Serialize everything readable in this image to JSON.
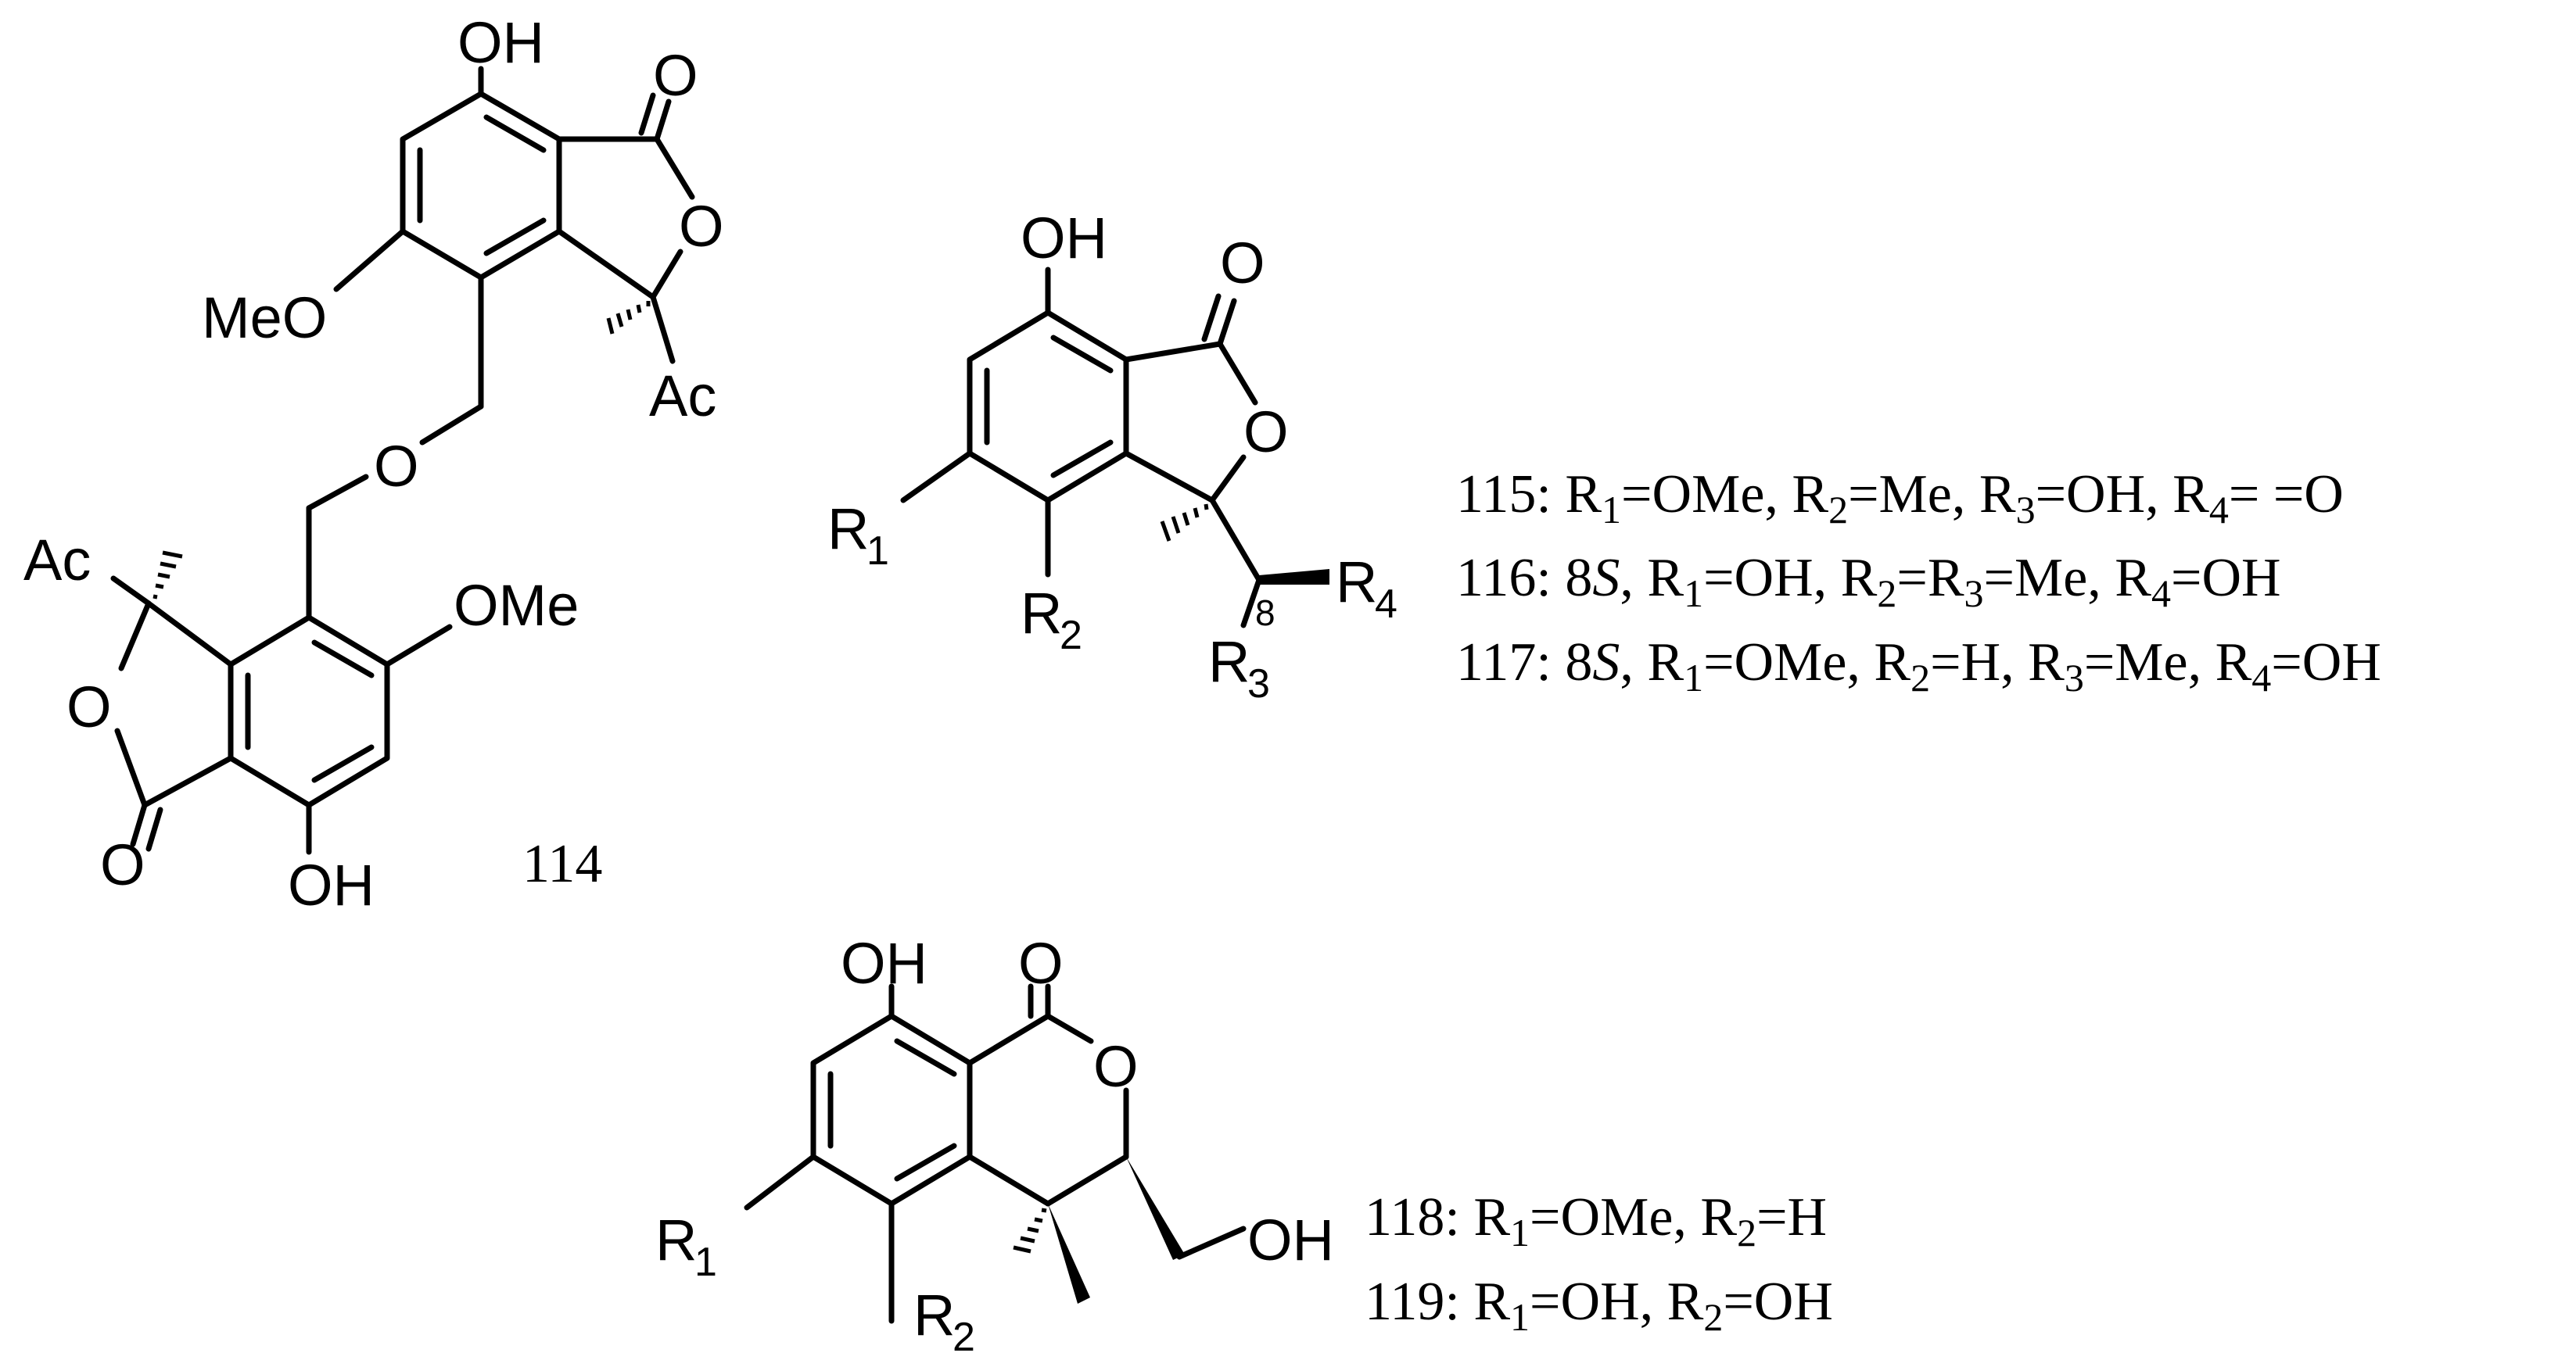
{
  "atoms": {
    "oh": "OH",
    "o": "O",
    "meo": "MeO",
    "ome": "OMe",
    "ac": "Ac",
    "r": "R",
    "i1": "1",
    "i2": "2",
    "i3": "3",
    "i4": "4",
    "pos8": "8"
  },
  "compounds": {
    "c114": "114",
    "c115": "115: R",
    "c116": "116: 8",
    "c117": "117: 8",
    "c118": "118: R",
    "c119": "119: R"
  },
  "legend": {
    "l115": {
      "a": "=OMe, R",
      "b": "=Me, R",
      "c": "=OH, R",
      "d": "= =O"
    },
    "l116": {
      "s": "S",
      "a": ", R",
      "b": "=OH, R",
      "c": "=R",
      "d": "=Me, R",
      "e": "=OH"
    },
    "l117": {
      "s": "S",
      "a": ", R",
      "b": "=OMe, R",
      "c": "=H, R",
      "d": "=Me, R",
      "e": "=OH"
    },
    "l118": {
      "a": "=OMe, R",
      "b": "=H"
    },
    "l119": {
      "a": "=OH, R",
      "b": "=OH"
    }
  }
}
